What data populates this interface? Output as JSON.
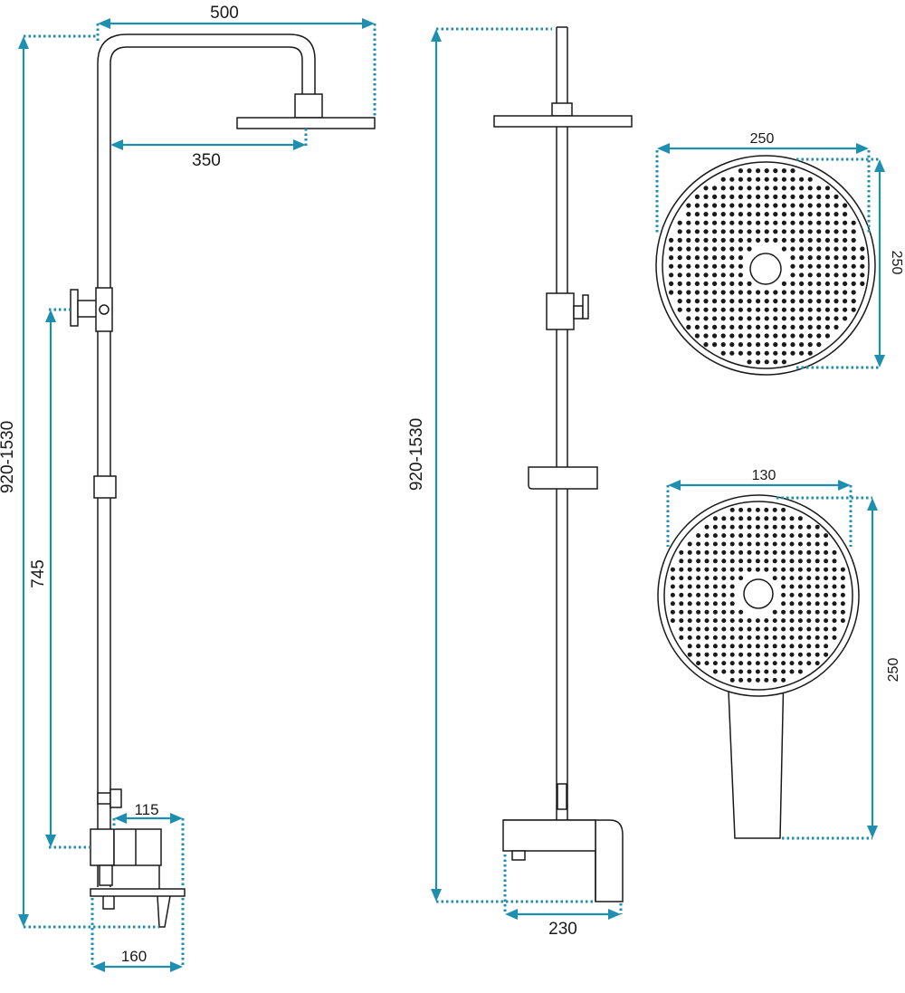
{
  "colors": {
    "line": "#1a1a1a",
    "dimension": "#1f8fb0",
    "background": "#ffffff"
  },
  "dimensions": {
    "side_width": "500",
    "arm_length": "350",
    "side_height": "920-1530",
    "mixer_height": "745",
    "mixer_width": "115",
    "base_width": "160",
    "front_height": "920-1530",
    "spout_width": "230",
    "head_width": "250",
    "head_height": "250",
    "hand_head_width": "130",
    "hand_total_height": "250"
  }
}
